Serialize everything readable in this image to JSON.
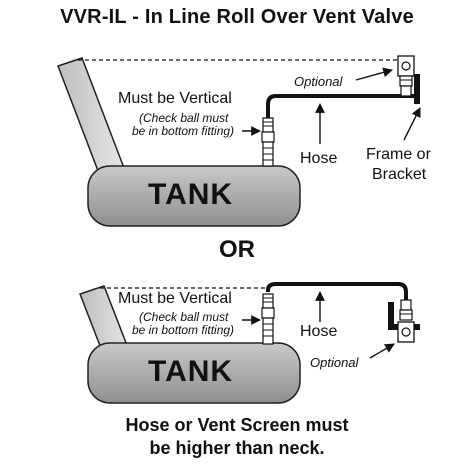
{
  "title": "VVR-IL - In Line Roll Over Vent Valve",
  "diagram1": {
    "must_vertical": "Must be Vertical",
    "note_line1": "(Check ball must",
    "note_line2": "be in bottom fitting)",
    "optional": "Optional",
    "hose": "Hose",
    "frame_line1": "Frame or",
    "frame_line2": "Bracket",
    "tank": "TANK"
  },
  "or_text": "OR",
  "diagram2": {
    "must_vertical": "Must be Vertical",
    "note_line1": "(Check ball must",
    "note_line2": "be in bottom fitting)",
    "hose": "Hose",
    "optional": "Optional",
    "tank": "TANK"
  },
  "footer": {
    "line1": "Hose or Vent Screen must",
    "line2": "be higher than neck."
  }
}
